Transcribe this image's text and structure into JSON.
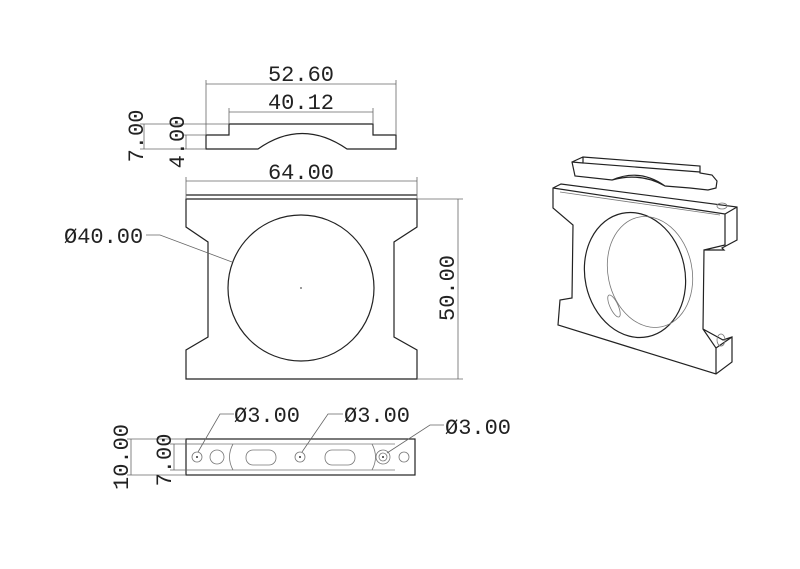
{
  "drawing": {
    "top_view": {
      "overall_width": "52.60",
      "inner_width": "40.12",
      "total_height": "7.00",
      "step_height": "4.00"
    },
    "front_view": {
      "width": "64.00",
      "height": "50.00",
      "bore_diameter": "Ø40.00"
    },
    "bottom_view": {
      "total_height": "10.00",
      "inner_height": "7.00",
      "hole_left": "Ø3.00",
      "hole_center": "Ø3.00",
      "hole_right": "Ø3.00"
    }
  }
}
